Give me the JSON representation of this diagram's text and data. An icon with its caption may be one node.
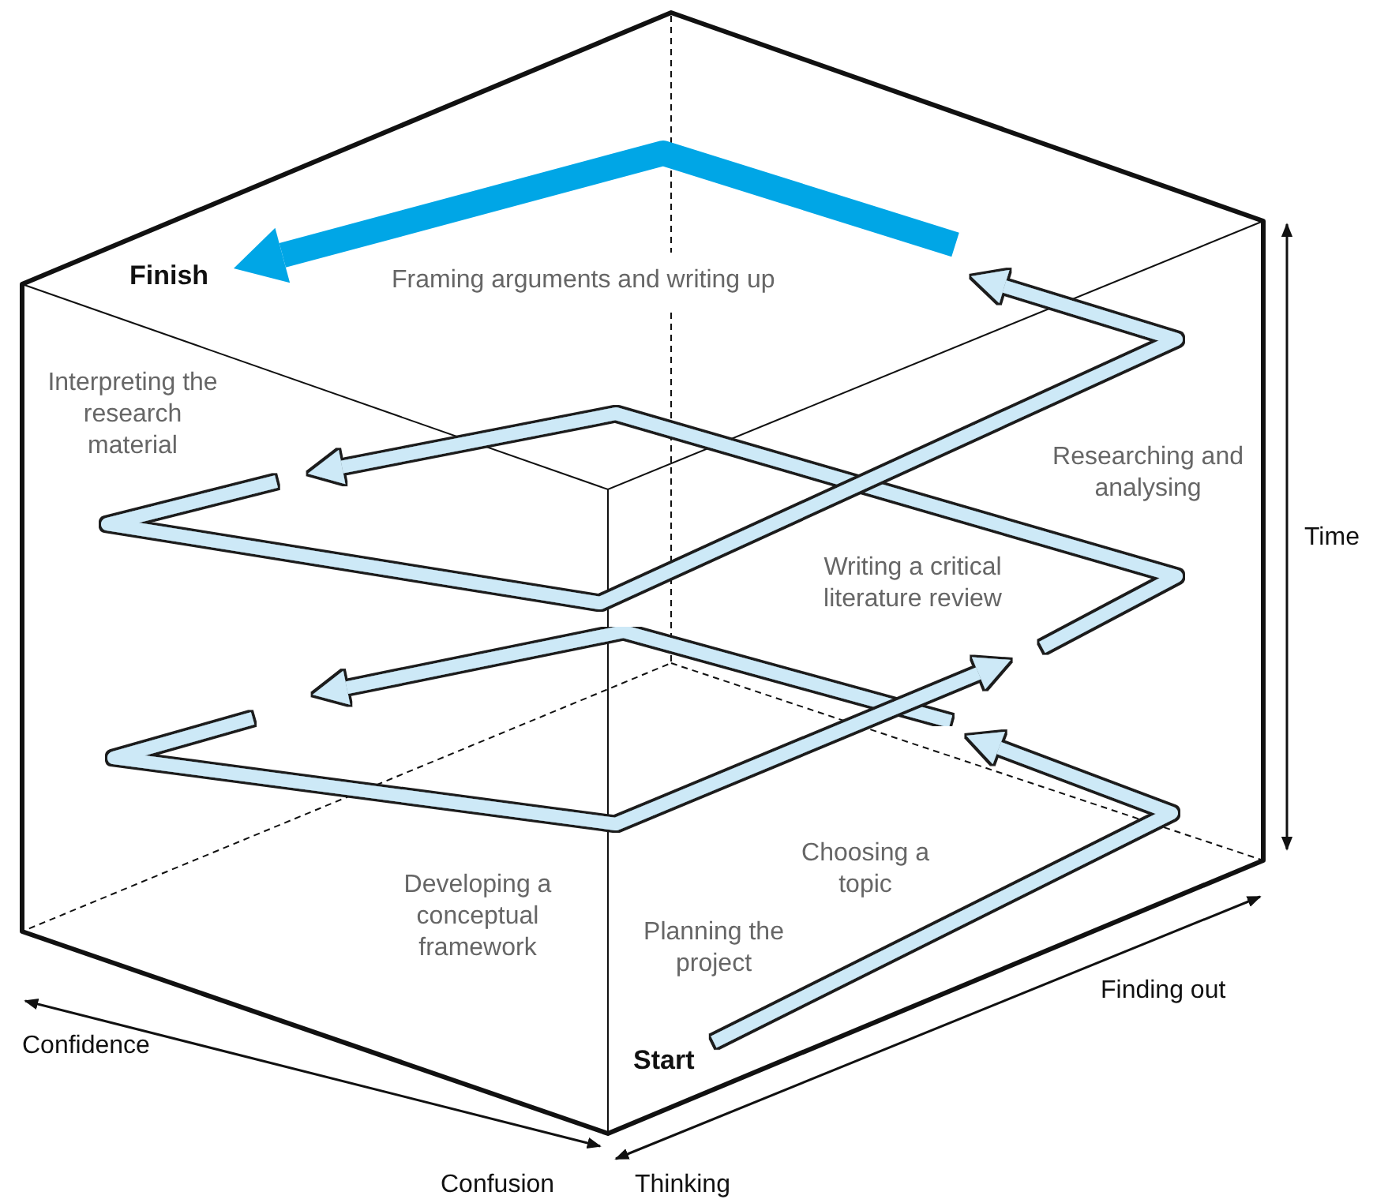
{
  "diagram": {
    "nodes": [
      {
        "text": [
          "Finish"
        ]
      },
      {
        "text": [
          "Start"
        ]
      }
    ],
    "edges": [
      {
        "from": null,
        "to": 0,
        "arrow": "to",
        "style": "thick",
        "color": "#00a6e6"
      },
      {
        "from": 1,
        "to": null,
        "arrow": "to",
        "color": "#cde9f7"
      }
    ],
    "labels": [
      "Framing arguments and writing up",
      "Interpreting the research material",
      "Researching and analysing",
      "Time",
      "Writing a critical literature review",
      "Choosing a topic",
      "Developing a conceptual framework",
      "Planning the project",
      "Finding out",
      "Confidence",
      "Confusion",
      "Thinking"
    ]
  }
}
